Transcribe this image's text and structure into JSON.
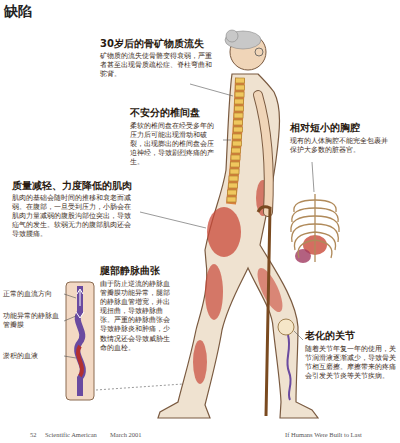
{
  "diagram": {
    "title": "缺陷",
    "labels": [
      "30岁后的骨矿物质流失",
      "矿物质的流失使骨骼变得衰弱，严重者甚至出现骨质疏松症、脊柱弯曲和驼背。",
      "不安分的椎间盘",
      "柔软的椎间盘在经受多年的压力后可能出现滑动和破裂，出现膨出的椎间盘会压迫神经，导致剧烈疼痛的产生。",
      "相对短小的胸腔",
      "现有的人体胸腔不能完全包裹并保护大多数的脏器官。",
      "质量减轻、力度降低的肌肉",
      "肌肉的基础会随时间的推移和衰老而减弱。在腹部，一旦受到压力，小肠会在肌肉力量减弱的腹股沟部位突出，导致疝气的发生。软弱无力的腹部肌肉还会导致腰痛。",
      "腿部静脉曲张",
      "由于防止逆流的静脉血管瓣膜功能异常，腿部的静脉血管增宽，并出现扭曲，导致静脉曲张。严重的静脉曲张会导致静脉炎和肿痛，少数情况还会导致威胁生命的血栓。",
      "正常的血流方向",
      "功能异常的静脉血管瓣膜",
      "淤积的血液",
      "老化的关节",
      "随着关节年复一年的使用，关节润滑液逐渐减少，导致骨关节相互磨擦。摩擦带来的疼痛会引发关节炎等关节疾病。",
      "52",
      "Scientific American",
      "March 2001",
      "If Humans Were Built to Last"
    ]
  }
}
